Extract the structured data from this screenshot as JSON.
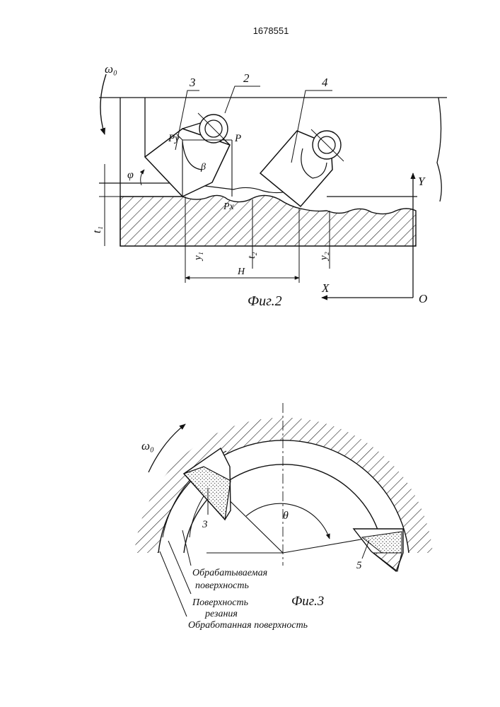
{
  "doc_number": "1678551",
  "fig2": {
    "caption": "Фиг.2",
    "omega": "ω₀",
    "labels": {
      "tool_3": "3",
      "body_2": "2",
      "tool_4": "4",
      "force_py": "Py",
      "force_p": "P",
      "force_px": "Px",
      "angle_beta": "β",
      "angle_phi": "φ",
      "depth_t1": "t₁",
      "depth_t2": "t₂",
      "y1": "y₁",
      "y2": "y₂",
      "length_h": "H",
      "axis_x": "X",
      "axis_y": "Y",
      "origin": "O"
    }
  },
  "fig3": {
    "caption": "Фиг.3",
    "omega": "ω₀",
    "labels": {
      "tool_3": "3",
      "tool_5": "5",
      "angle_theta": "θ",
      "surface_worked": "Обрабатываемая поверхность",
      "surface_worked_line1": "Обрабатываемая",
      "surface_worked_line2": "поверхность",
      "surface_cutting_line1": "Поверхность",
      "surface_cutting_line2": "резания",
      "surface_machined": "Обработанная поверхность"
    }
  }
}
